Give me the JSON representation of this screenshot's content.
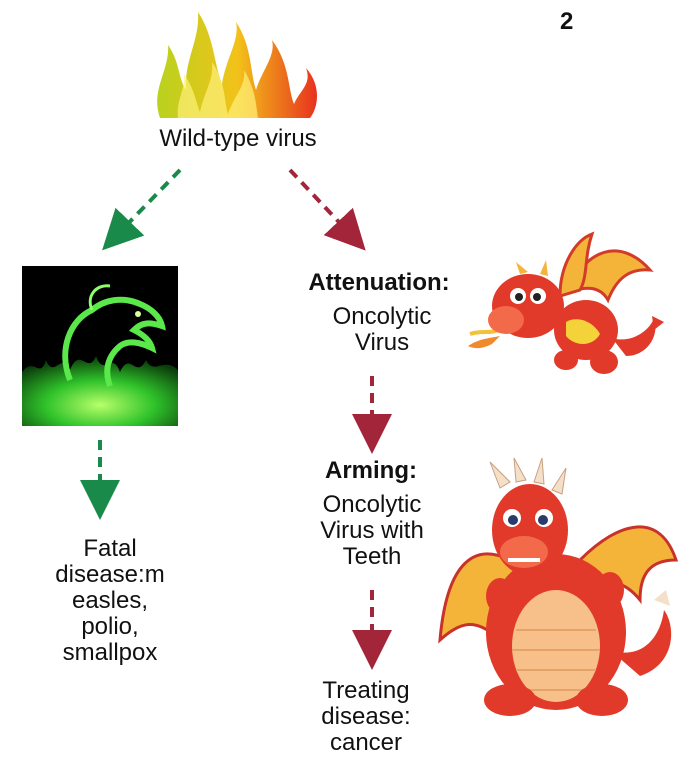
{
  "page_number": "2",
  "wild_type": {
    "label": "Wild-type virus"
  },
  "attenuation": {
    "heading": "Attenuation:",
    "body_lines": [
      "Oncolytic",
      "Virus"
    ]
  },
  "arming": {
    "heading": "Arming:",
    "body_lines": [
      "Oncolytic",
      "Virus with",
      "Teeth"
    ]
  },
  "fatal": {
    "lines": [
      "Fatal",
      "disease:m",
      "easles,",
      "polio,",
      "smallpox"
    ]
  },
  "treating": {
    "lines": [
      "Treating",
      "disease:",
      "cancer"
    ]
  },
  "colors": {
    "green_arrow": "#1a8a4a",
    "red_arrow": "#a3253a",
    "flame_yellow": "#e8d020",
    "flame_orange": "#f07a20",
    "flame_red": "#e03a2a",
    "dragon_red": "#e23a2a",
    "dragon_wing": "#f4b43a",
    "dragon_belly": "#f7c08a",
    "green_fire": "#3ed43a"
  }
}
